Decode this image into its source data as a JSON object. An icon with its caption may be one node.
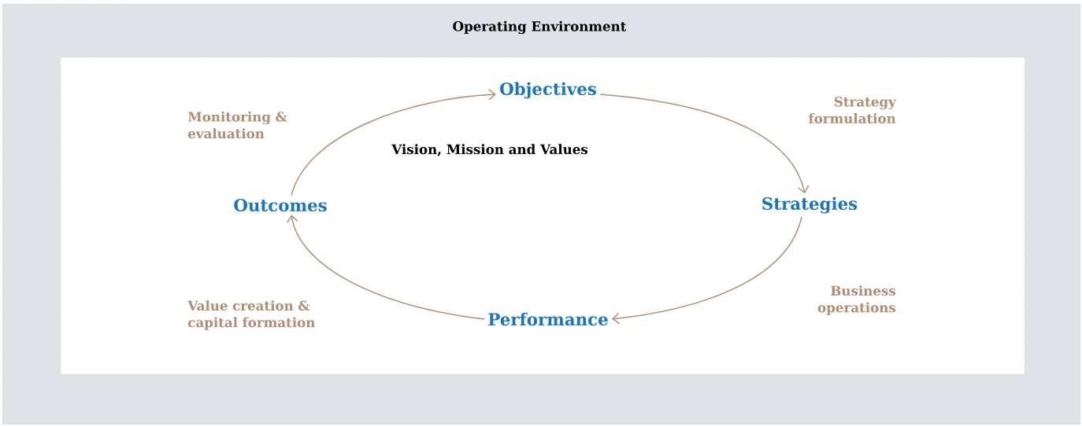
{
  "diagram": {
    "nodes": [
      {
        "text": [
          "Operating Environment"
        ]
      },
      {
        "text": [
          "Vision, Mission and Values"
        ],
        "in": 0
      },
      {
        "text": [
          "Objectives"
        ],
        "in": 1
      },
      {
        "text": [
          "Strategies"
        ],
        "in": 1
      },
      {
        "text": [
          "Performance"
        ],
        "in": 1
      },
      {
        "text": [
          "Outcomes"
        ],
        "in": 1
      }
    ],
    "edges": [
      {
        "from": 2,
        "to": 3,
        "arrow": "to",
        "label": "Strategy formulation"
      },
      {
        "from": 3,
        "to": 4,
        "arrow": "to",
        "label": "Business operations"
      },
      {
        "from": 4,
        "to": 5,
        "arrow": "to",
        "label": "Value creation & capital formation"
      },
      {
        "from": 5,
        "to": 2,
        "arrow": "to",
        "label": "Monitoring & evaluation"
      }
    ]
  }
}
